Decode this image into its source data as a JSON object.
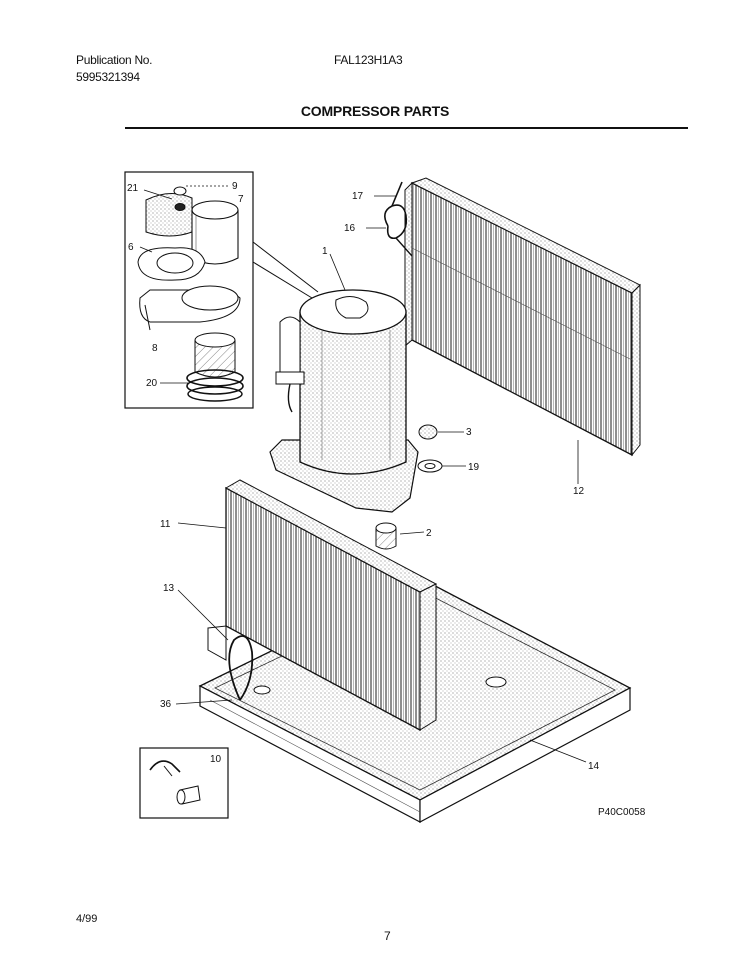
{
  "header": {
    "publication_label": "Publication No.",
    "publication_number": "5995321394",
    "model": "FAL123H1A3"
  },
  "title": "COMPRESSOR PARTS",
  "callouts": {
    "c1": "1",
    "c2": "2",
    "c3": "3",
    "c6": "6",
    "c7": "7",
    "c8": "8",
    "c9": "9",
    "c10": "10",
    "c11": "11",
    "c12": "12",
    "c13": "13",
    "c14": "14",
    "c16": "16",
    "c17": "17",
    "c19": "19",
    "c20": "20",
    "c21": "21",
    "c36": "36"
  },
  "figure_code": "P40C0058",
  "footer": {
    "date": "4/99",
    "page": "7"
  }
}
